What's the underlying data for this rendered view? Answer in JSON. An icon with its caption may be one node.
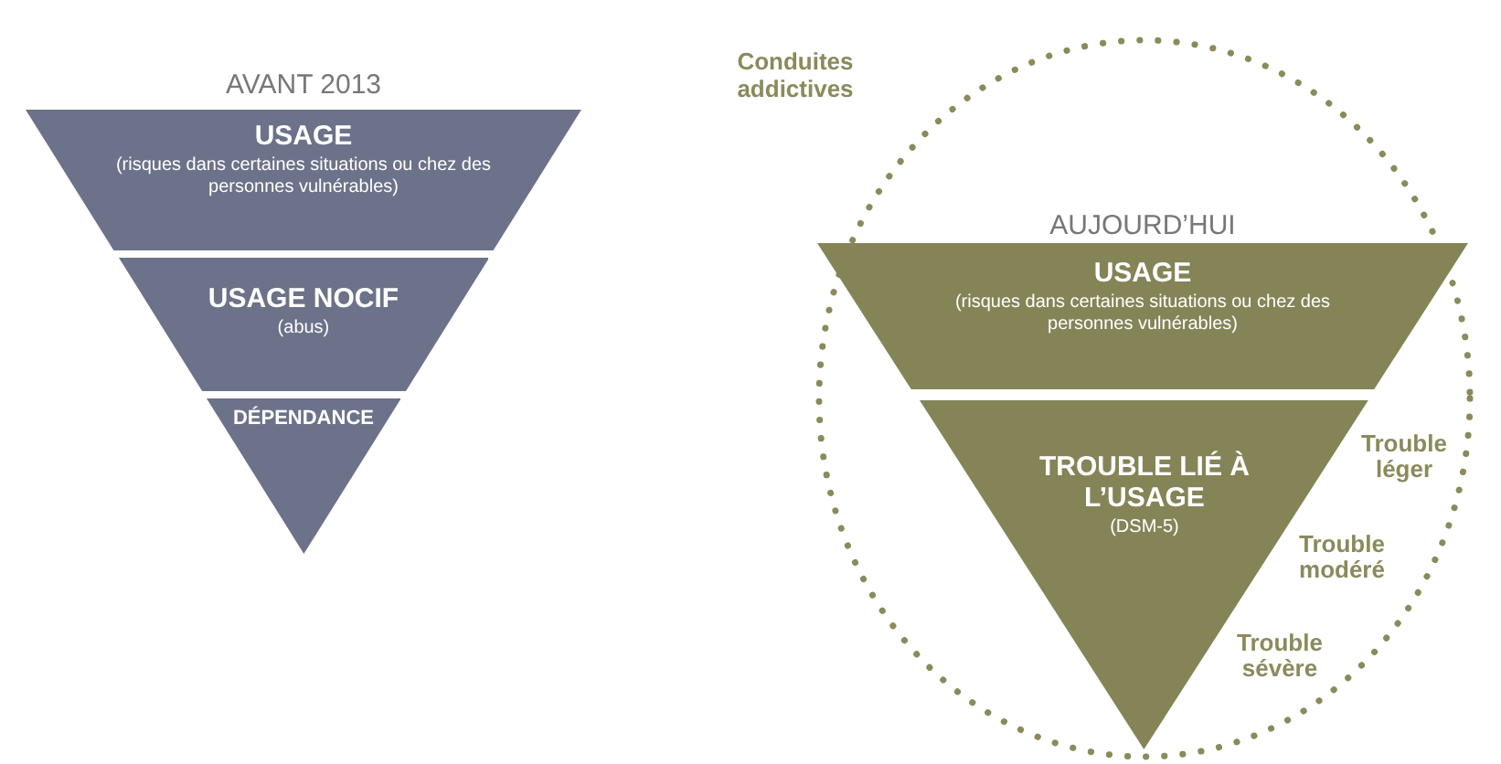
{
  "diagram": {
    "nodes": [
      {
        "text": [
          "AVANT 2013"
        ]
      },
      {
        "text": [
          "USAGE",
          "(risques dans certaines situations ou chez des personnes vulnérables)"
        ],
        "in": 0
      },
      {
        "text": [
          "USAGE NOCIF",
          "(abus)"
        ],
        "in": 0
      },
      {
        "text": [
          "DÉPENDANCE"
        ],
        "in": 0
      },
      {
        "text": [
          "Conduites addictives"
        ]
      },
      {
        "text": [
          "AUJOURD’HUI"
        ],
        "in": 4
      },
      {
        "text": [
          "USAGE",
          "(risques dans certaines situations ou chez des personnes vulnérables)"
        ],
        "in": 5
      },
      {
        "text": [
          "TROUBLE LIÉ À L’USAGE",
          "(DSM-5)"
        ],
        "in": 5,
        "beside": [
          "Trouble léger",
          "Trouble modéré",
          "Trouble sévère"
        ]
      }
    ]
  }
}
